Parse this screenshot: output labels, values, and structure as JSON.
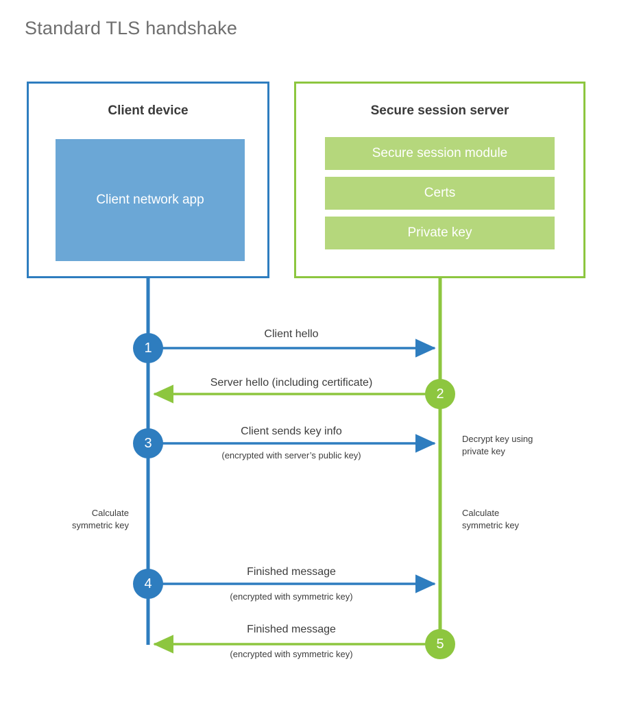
{
  "page": {
    "title": "Standard TLS handshake"
  },
  "colors": {
    "client_blue": "#2E7DBF",
    "client_app_fill": "#6BA7D6",
    "server_green": "#8DC63F",
    "server_bar_fill": "#B5D77C",
    "text_dark": "#3c3c3c",
    "title_gray": "#6e6e6e",
    "background": "#ffffff"
  },
  "client": {
    "title": "Client device",
    "app_label": "Client network app"
  },
  "server": {
    "title": "Secure session server",
    "components": [
      {
        "label": "Secure session module"
      },
      {
        "label": "Certs"
      },
      {
        "label": "Private key"
      }
    ]
  },
  "steps": [
    {
      "number": "1",
      "side": "client",
      "direction": "client-to-server",
      "label": "Client hello",
      "sublabel": ""
    },
    {
      "number": "2",
      "side": "server",
      "direction": "server-to-client",
      "label": "Server hello (including certificate)",
      "sublabel": ""
    },
    {
      "number": "3",
      "side": "client",
      "direction": "client-to-server",
      "label": "Client sends key info",
      "sublabel": "(encrypted with server’s public key)"
    },
    {
      "number": "4",
      "side": "client",
      "direction": "client-to-server",
      "label": "Finished message",
      "sublabel": "(encrypted with symmetric key)"
    },
    {
      "number": "5",
      "side": "server",
      "direction": "server-to-client",
      "label": "Finished message",
      "sublabel": "(encrypted with symmetric key)"
    }
  ],
  "annotations": {
    "server_decrypt": "Decrypt key using\nprivate key",
    "server_decrypt_line1": "Decrypt key using",
    "server_decrypt_line2": "private key",
    "client_calc_line1": "Calculate",
    "client_calc_line2": "symmetric key",
    "server_calc_line1": "Calculate",
    "server_calc_line2": "symmetric key"
  }
}
